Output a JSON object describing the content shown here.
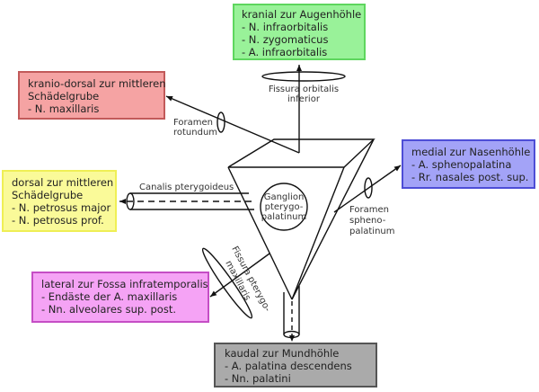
{
  "boxes": {
    "top": {
      "title": "kranial zur Augenhöhle",
      "items": [
        "- N. infraorbitalis",
        "- N. zygomaticus",
        "- A. infraorbitalis"
      ],
      "color": "#99f299"
    },
    "red": {
      "title": "kranio-dorsal zur mittleren",
      "title2": "Schädelgrube",
      "items": [
        "- N. maxillaris"
      ],
      "color": "#f5a3a3"
    },
    "yellow": {
      "title": "dorsal zur mittleren",
      "title2": "Schädelgrube",
      "items": [
        "- N. petrosus major",
        "- N. petrosus prof."
      ],
      "color": "#fafa99"
    },
    "blue": {
      "title": "medial zur Nasenhöhle",
      "items": [
        "- A. sphenopalatina",
        "- Rr. nasales post. sup."
      ],
      "color": "#a3a3f7"
    },
    "pink": {
      "title": "lateral zur Fossa infratemporalis",
      "items": [
        "- Endäste der A. maxillaris",
        "- Nn. alveolares sup. post."
      ],
      "color": "#f5a3f5"
    },
    "grey": {
      "title": "kaudal zur Mundhöhle",
      "items": [
        "- A. palatina descendens",
        "- Nn. palatini"
      ],
      "color": "#aaaaaa"
    }
  },
  "labels": {
    "fissura_orbitalis": [
      "Fissura orbitalis",
      "inferior"
    ],
    "foramen_rotundum": [
      "Foramen",
      "rotundum"
    ],
    "canalis": "Canalis pterygoideus",
    "ganglion": [
      "Ganglion",
      "pterygo-",
      "palatinum"
    ],
    "foramen_spheno": [
      "Foramen",
      "spheno-",
      "palatinum"
    ],
    "fissura_ptery": [
      "Fissura pterygo-",
      "maxillaris"
    ]
  }
}
